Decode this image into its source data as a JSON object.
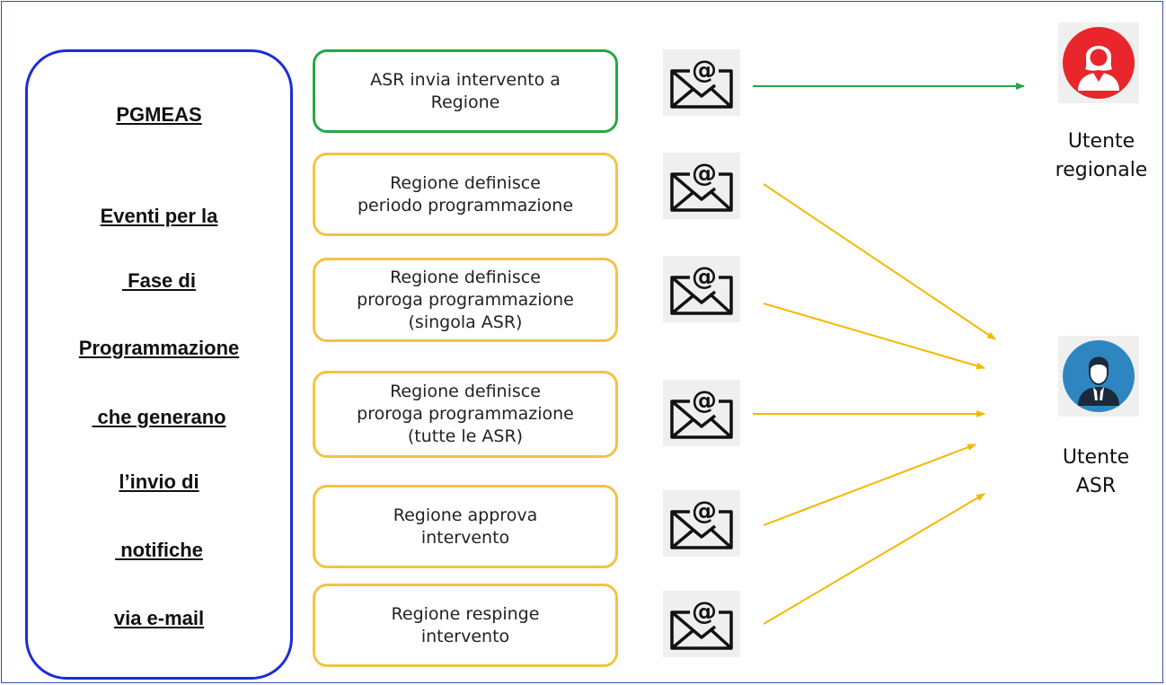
{
  "left_panel": {
    "lines": [
      "PGMEAS",
      "Eventi per la",
      " Fase di",
      "Programmazione",
      " che generano",
      "l’invio di",
      " notifiche",
      "via e-mail"
    ]
  },
  "events": [
    {
      "label": "ASR invia intervento a\nRegione",
      "color": "#27a745"
    },
    {
      "label": "Regione definisce\nperiodo programmazione",
      "color": "#f5c242"
    },
    {
      "label": "Regione definisce\nproroga programmazione\n(singola ASR)",
      "color": "#f5c242"
    },
    {
      "label": "Regione definisce\nproroga programmazione\n(tutte le ASR)",
      "color": "#f5c242"
    },
    {
      "label": "Regione approva\nintervento",
      "color": "#f5c242"
    },
    {
      "label": "Regione respinge\nintervento",
      "color": "#f5c242"
    }
  ],
  "users": {
    "regional": {
      "label": "Utente\nregionale",
      "color": "#e8262b"
    },
    "asr": {
      "label": "Utente\nASR",
      "color": "#2e86c1"
    }
  },
  "icons": {
    "mail": "email-at-icon",
    "regional_user": "female-user-icon",
    "asr_user": "male-user-icon"
  }
}
